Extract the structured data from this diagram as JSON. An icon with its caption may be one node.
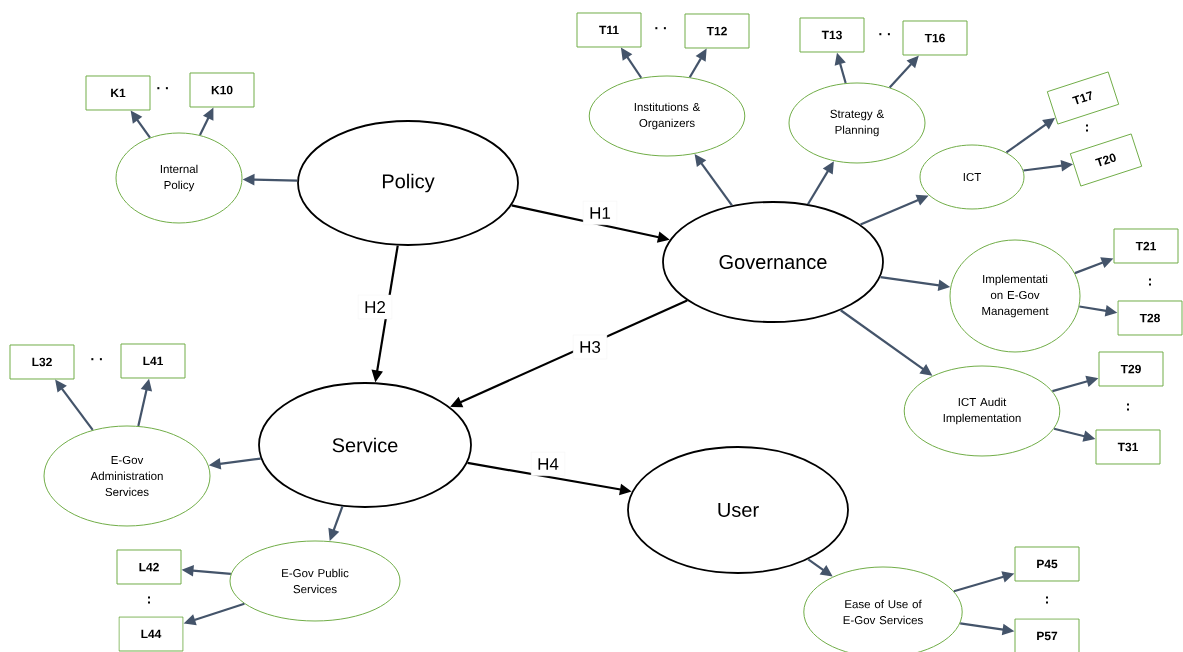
{
  "diagram": {
    "nodes": [
      {
        "text": [
          "Policy"
        ]
      },
      {
        "text": [
          "Governance"
        ]
      },
      {
        "text": [
          "Service"
        ]
      },
      {
        "text": [
          "User"
        ]
      },
      {
        "text": [
          "Internal Policy"
        ]
      },
      {
        "text": [
          "Institutions & Organizers"
        ]
      },
      {
        "text": [
          "Strategy & Planning"
        ]
      },
      {
        "text": [
          "ICT"
        ]
      },
      {
        "text": [
          "Implementati on E-Gov Management"
        ]
      },
      {
        "text": [
          "ICT Audit Implementation"
        ]
      },
      {
        "text": [
          "E-Gov Administration Services"
        ]
      },
      {
        "text": [
          "E-Gov Public Services"
        ]
      },
      {
        "text": [
          "Ease of Use of E-Gov Services"
        ]
      },
      {
        "text": [
          "K1"
        ]
      },
      {
        "text": [
          "K10"
        ]
      },
      {
        "text": [
          "T11"
        ]
      },
      {
        "text": [
          "T12"
        ]
      },
      {
        "text": [
          "T13"
        ]
      },
      {
        "text": [
          "T16"
        ]
      },
      {
        "text": [
          "T17"
        ]
      },
      {
        "text": [
          "T20"
        ]
      },
      {
        "text": [
          "T21"
        ]
      },
      {
        "text": [
          "T28"
        ]
      },
      {
        "text": [
          "T29"
        ]
      },
      {
        "text": [
          "T31"
        ]
      },
      {
        "text": [
          "L32"
        ]
      },
      {
        "text": [
          "L41"
        ]
      },
      {
        "text": [
          "L42"
        ]
      },
      {
        "text": [
          "L44"
        ]
      },
      {
        "text": [
          "P45"
        ]
      },
      {
        "text": [
          "P57"
        ]
      }
    ],
    "edges": [
      {
        "from": 0,
        "to": 1,
        "arrow": "to",
        "label": "H1",
        "color": "#000000"
      },
      {
        "from": 0,
        "to": 2,
        "arrow": "to",
        "label": "H2",
        "color": "#000000"
      },
      {
        "from": 1,
        "to": 2,
        "arrow": "to",
        "label": "H3",
        "color": "#000000"
      },
      {
        "from": 2,
        "to": 3,
        "arrow": "to",
        "label": "H4",
        "color": "#000000"
      },
      {
        "from": 0,
        "to": 4,
        "arrow": "to"
      },
      {
        "from": 4,
        "to": 13,
        "arrow": "to"
      },
      {
        "from": 4,
        "to": 14,
        "arrow": "to"
      },
      {
        "from": 1,
        "to": 5,
        "arrow": "to"
      },
      {
        "from": 1,
        "to": 6,
        "arrow": "to"
      },
      {
        "from": 1,
        "to": 7,
        "arrow": "to"
      },
      {
        "from": 1,
        "to": 8,
        "arrow": "to"
      },
      {
        "from": 1,
        "to": 9,
        "arrow": "to"
      },
      {
        "from": 5,
        "to": 15,
        "arrow": "to"
      },
      {
        "from": 5,
        "to": 16,
        "arrow": "to"
      },
      {
        "from": 6,
        "to": 17,
        "arrow": "to"
      },
      {
        "from": 6,
        "to": 18,
        "arrow": "to"
      },
      {
        "from": 7,
        "to": 19,
        "arrow": "to"
      },
      {
        "from": 7,
        "to": 20,
        "arrow": "to"
      },
      {
        "from": 8,
        "to": 21,
        "arrow": "to"
      },
      {
        "from": 8,
        "to": 22,
        "arrow": "to"
      },
      {
        "from": 9,
        "to": 23,
        "arrow": "to"
      },
      {
        "from": 9,
        "to": 24,
        "arrow": "to"
      },
      {
        "from": 2,
        "to": 10,
        "arrow": "to"
      },
      {
        "from": 2,
        "to": 11,
        "arrow": "to"
      },
      {
        "from": 10,
        "to": 25,
        "arrow": "to"
      },
      {
        "from": 10,
        "to": 26,
        "arrow": "to"
      },
      {
        "from": 11,
        "to": 27,
        "arrow": "to"
      },
      {
        "from": 11,
        "to": 28,
        "arrow": "to"
      },
      {
        "from": 3,
        "to": 12,
        "arrow": "to"
      },
      {
        "from": 12,
        "to": 29,
        "arrow": "to"
      },
      {
        "from": 12,
        "to": 30,
        "arrow": "to"
      }
    ],
    "labels": [
      "· ·",
      "· ·",
      "· ·",
      ":",
      ":",
      ":",
      "· ·",
      ":",
      ":"
    ]
  }
}
